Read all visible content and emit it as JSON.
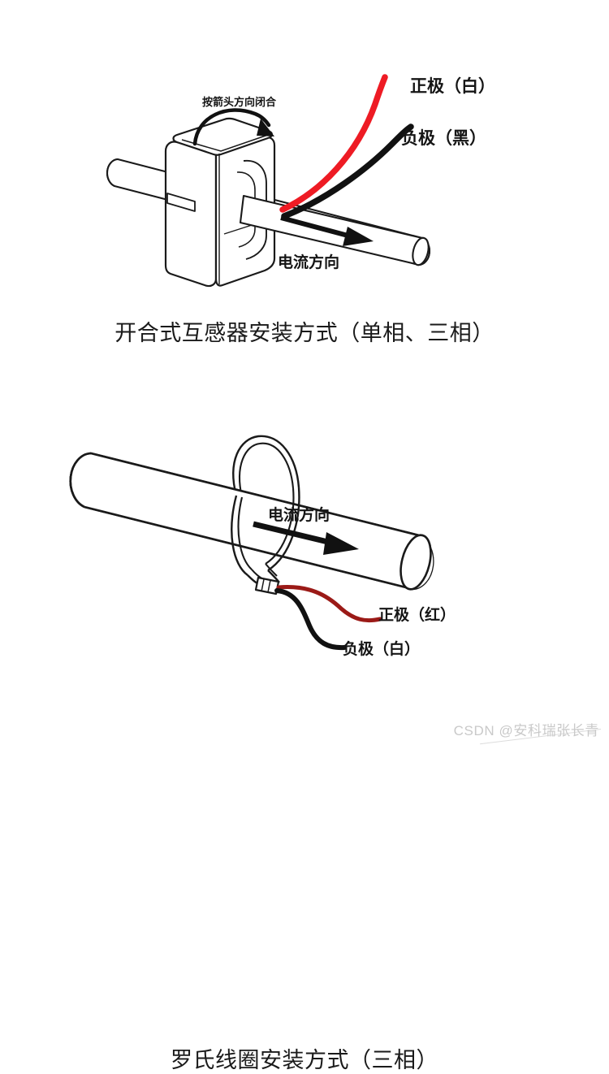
{
  "document": {
    "title": "电流互感器安装方式示意图",
    "background_color": "#ffffff"
  },
  "figures": [
    {
      "id": "figure-1",
      "caption": "开合式互感器安装方式（单相、三相）",
      "labels": {
        "close_direction": "按箭头方向闭合",
        "positive": "正极（白）",
        "negative": "负极（黑）",
        "current_direction": "电流方向"
      },
      "colors": {
        "positive_wire": "#ee1b24",
        "negative_wire": "#111111",
        "outline": "#1a1a1a",
        "fill": "#ffffff"
      }
    },
    {
      "id": "figure-2",
      "caption": "罗氏线圈安装方式（三相）",
      "labels": {
        "current_direction": "电流方向",
        "positive": "正极（红）",
        "negative": "负极（白）"
      },
      "colors": {
        "positive_wire": "#9b1a17",
        "negative_wire": "#111111",
        "outline": "#1a1a1a",
        "fill": "#ffffff"
      }
    }
  ],
  "watermark": {
    "text": "CSDN @安科瑞张长青",
    "color": "#c9c9c9"
  }
}
